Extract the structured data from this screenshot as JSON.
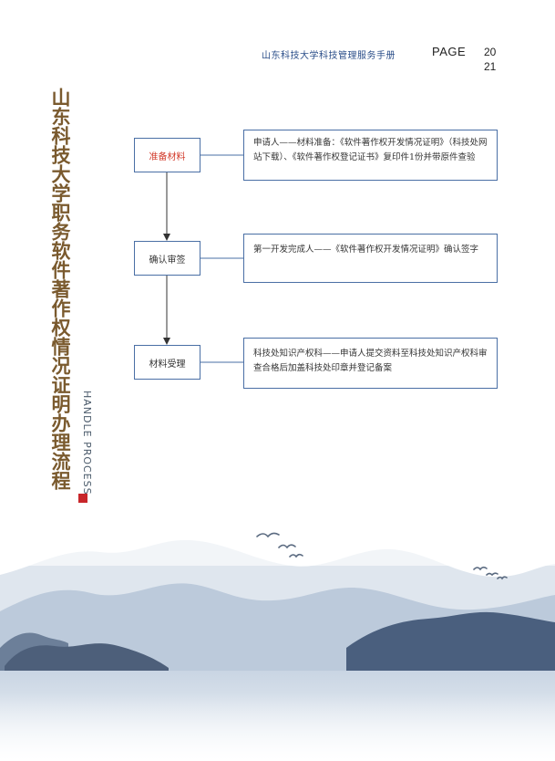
{
  "header": {
    "title": "山东科技大学科技管理服务手册",
    "page_label": "PAGE",
    "year_top": "20",
    "year_bottom": "21"
  },
  "sidebar": {
    "title": "山东科技大学职务软件著作权情况证明办理流程",
    "subtitle": "HANDLE PROCESS"
  },
  "flow": {
    "steps": [
      {
        "label": "准备材料",
        "description": "申请人——材料准备：《软件著作权开发情况证明》（科技处网站下载）、《软件著作权登记证书》复印件1份并带原件查验"
      },
      {
        "label": "确认审签",
        "description": "第一开发完成人——《软件著作权开发情况证明》确认签字"
      },
      {
        "label": "材料受理",
        "description": "科技处知识产权科——申请人提交资料至科技处知识产权科审查合格后加盖科技处印章并登记备案"
      }
    ]
  },
  "colors": {
    "accent_blue": "#4a6fa5",
    "title_brown": "#7a5a2e",
    "highlight_red": "#d23a2a",
    "marker_red": "#c8262a"
  }
}
